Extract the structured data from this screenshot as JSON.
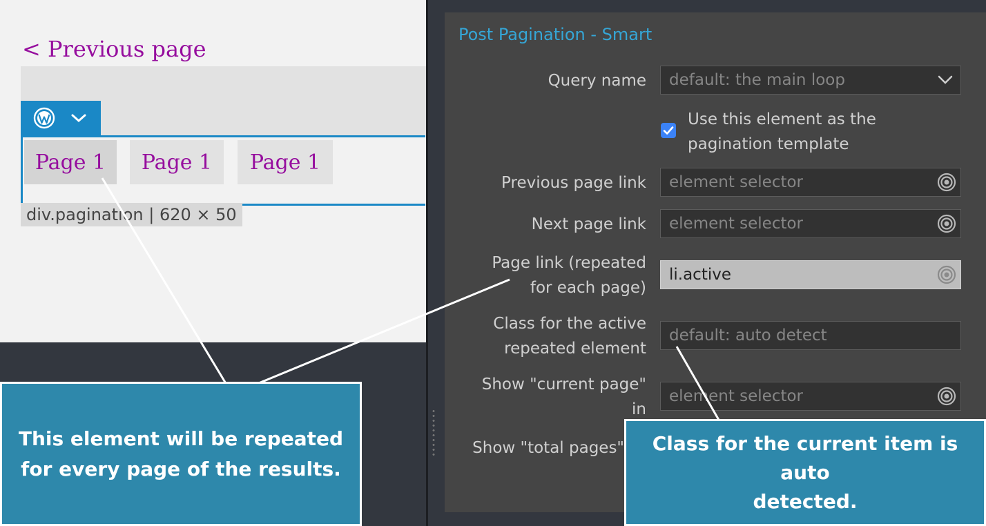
{
  "preview": {
    "prev_link": "< Previous page",
    "page_items": [
      "Page 1",
      "Page 1",
      "Page 1"
    ],
    "dims_label": "div.pagination | 620 × 50"
  },
  "panel": {
    "title": "Post Pagination - Smart",
    "query_label": "Query name",
    "query_value": "default: the main loop",
    "checkbox_checked": true,
    "checkbox_label_line1": "Use this element as the",
    "checkbox_label_line2": "pagination template",
    "prev_label": "Previous page link",
    "prev_placeholder": "element selector",
    "next_label": "Next page link",
    "next_placeholder": "element selector",
    "page_link_label_line1": "Page link (repeated",
    "page_link_label_line2": "for each page)",
    "page_link_value": "li.active",
    "active_class_label_line1": "Class for the active",
    "active_class_label_line2": "repeated element",
    "active_class_placeholder": "default: auto detect",
    "current_page_label_line1": "Show \"current page\"",
    "current_page_label_line2": "in",
    "current_page_placeholder": "element selector",
    "total_pages_label": "Show \"total pages\""
  },
  "callouts": {
    "repeat_line1": "This element will be repeated",
    "repeat_line2": "for every page of the results.",
    "auto_line1": "Class for the current item is auto",
    "auto_line2": "detected."
  },
  "colors": {
    "accent_blue": "#1a88c6",
    "link_purple": "#960e9e",
    "panel_title": "#35a6d6",
    "callout_bg": "#2e88ab"
  },
  "icons": {
    "toolbar_logo": "wordpress-icon",
    "toolbar_dropdown": "chevron-down-icon",
    "field_picker": "target-icon",
    "select_dropdown": "chevron-down-icon"
  }
}
